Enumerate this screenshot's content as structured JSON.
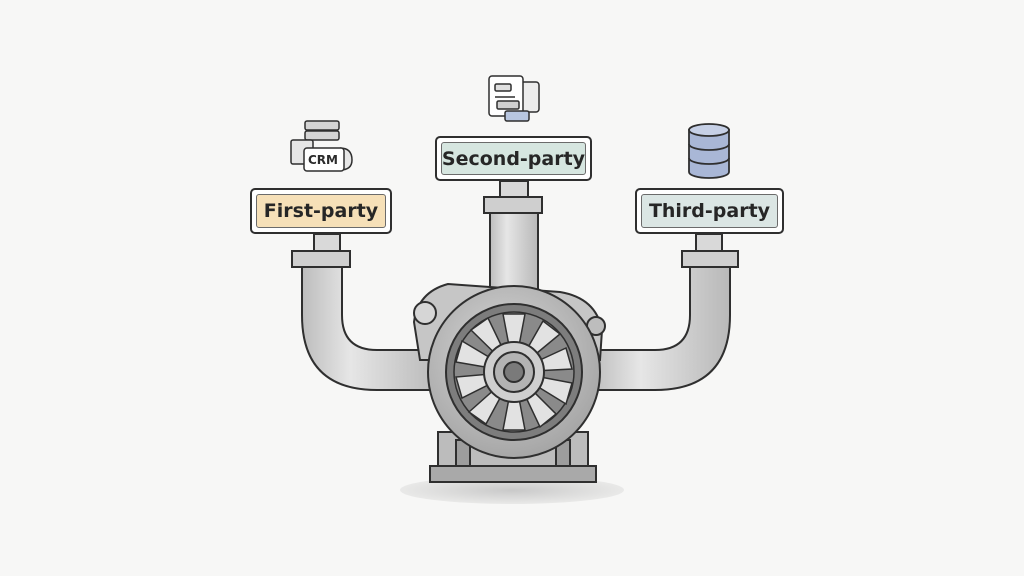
{
  "labels": {
    "first_party": "First-party",
    "second_party": "Second-party",
    "third_party": "Third-party"
  },
  "icons": {
    "first_party": "crm-server-icon",
    "crm_text": "CRM",
    "second_party": "shared-documents-icon",
    "third_party": "database-icon"
  },
  "colors": {
    "background": "#f7f7f6",
    "first_party_fill": "#f6e0b8",
    "second_party_fill": "#d6e6e0",
    "third_party_fill": "#dbe6e4",
    "pipe_fill": "#d7d7d7",
    "outline": "#2f2f2f",
    "database_fill": "#a9b7d6"
  }
}
